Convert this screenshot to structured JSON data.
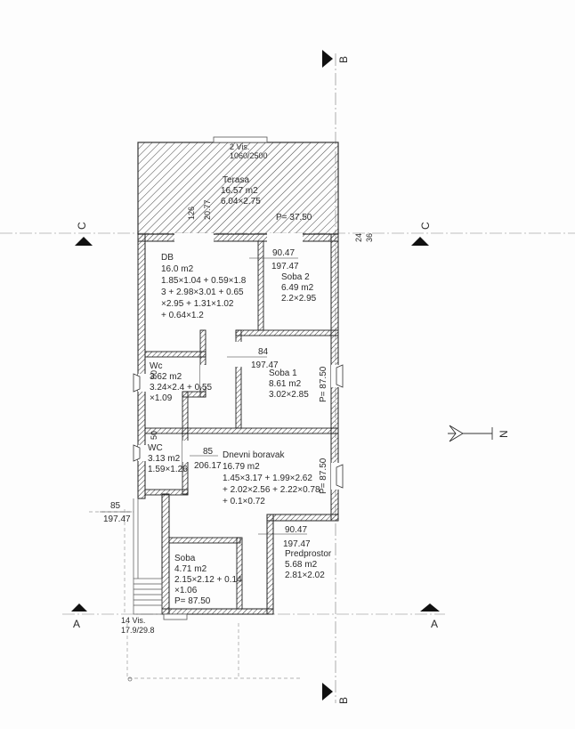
{
  "section_marks": {
    "b_top": "B",
    "b_bottom": "B",
    "c_left": "C",
    "c_right": "C",
    "a_left": "A",
    "a_right": "A",
    "north": "N"
  },
  "top_window": {
    "label": "2 Vis.",
    "size": "1060/2500"
  },
  "bottom_window": {
    "label": "14 Vis.",
    "size": "17.9/29.8"
  },
  "rooms": {
    "terasa": {
      "name": "Terasa",
      "area": "16.57 m2",
      "dims": "6.04×2.75",
      "perimeter": "P= 37.50"
    },
    "db": {
      "name": "DB",
      "area": "16.0 m2",
      "calc": [
        "1.85×1.04 + 0.59×1.8",
        "3 + 2.98×3.01 + 0.65",
        "×2.95 + 1.31×1.02",
        "+ 0.64×1.2"
      ]
    },
    "soba2": {
      "name": "Soba 2",
      "area": "6.49 m2",
      "dims": "2.2×2.95"
    },
    "wc1": {
      "name": "Wc",
      "area": "3.62 m2",
      "calc": [
        "3.24×2.4 + 0.55",
        "×1.09"
      ]
    },
    "soba1": {
      "name": "Soba 1",
      "area": "8.61 m2",
      "dims": "3.02×2.85",
      "perimeter": "P= 87.50"
    },
    "wc2": {
      "name": "WC",
      "area": "3.13 m2",
      "dims": "1.59×1.26"
    },
    "dnevni": {
      "name": "Dnevni boravak",
      "area": "16.79 m2",
      "calc": [
        "1.45×3.17 + 1.99×2.62",
        "+ 2.02×2.56 + 2.22×0.78",
        "+ 0.1×0.72"
      ],
      "perimeter": "P= 87.50"
    },
    "predprostor": {
      "name": "Predprostor",
      "area": "5.68 m2",
      "dims": "2.81×2.02"
    },
    "soba": {
      "name": "Soba",
      "area": "4.71 m2",
      "calc": [
        "2.15×2.12 + 0.14",
        "×1.06"
      ],
      "perimeter": "P= 87.50"
    }
  },
  "door_labels": {
    "d1_top": "90.47",
    "d1_bot": "197.47",
    "d2_top": "84",
    "d2_bot": "197.47",
    "d3_top": "85",
    "d3_bot": "206.17",
    "d4_top": "85",
    "d4_bot": "197.47",
    "d5_top": "90.47",
    "d5_bot": "197.47",
    "terasa_d_a": "126",
    "terasa_d_b": "20.77",
    "wc_v1": "60",
    "wc_v2": "50",
    "right_a": "24",
    "right_b": "36"
  }
}
